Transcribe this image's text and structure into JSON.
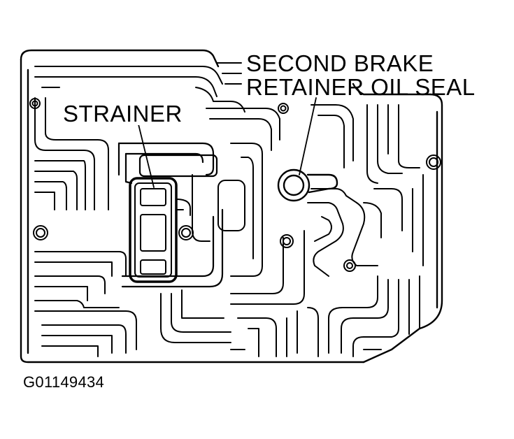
{
  "labels": {
    "second_brake_line1": "SECOND BRAKE",
    "second_brake_line2": "RETAINER OIL SEAL",
    "strainer": "STRAINER"
  },
  "figure_code": "G01149434",
  "colors": {
    "ink": "#000000",
    "paper": "#ffffff"
  }
}
